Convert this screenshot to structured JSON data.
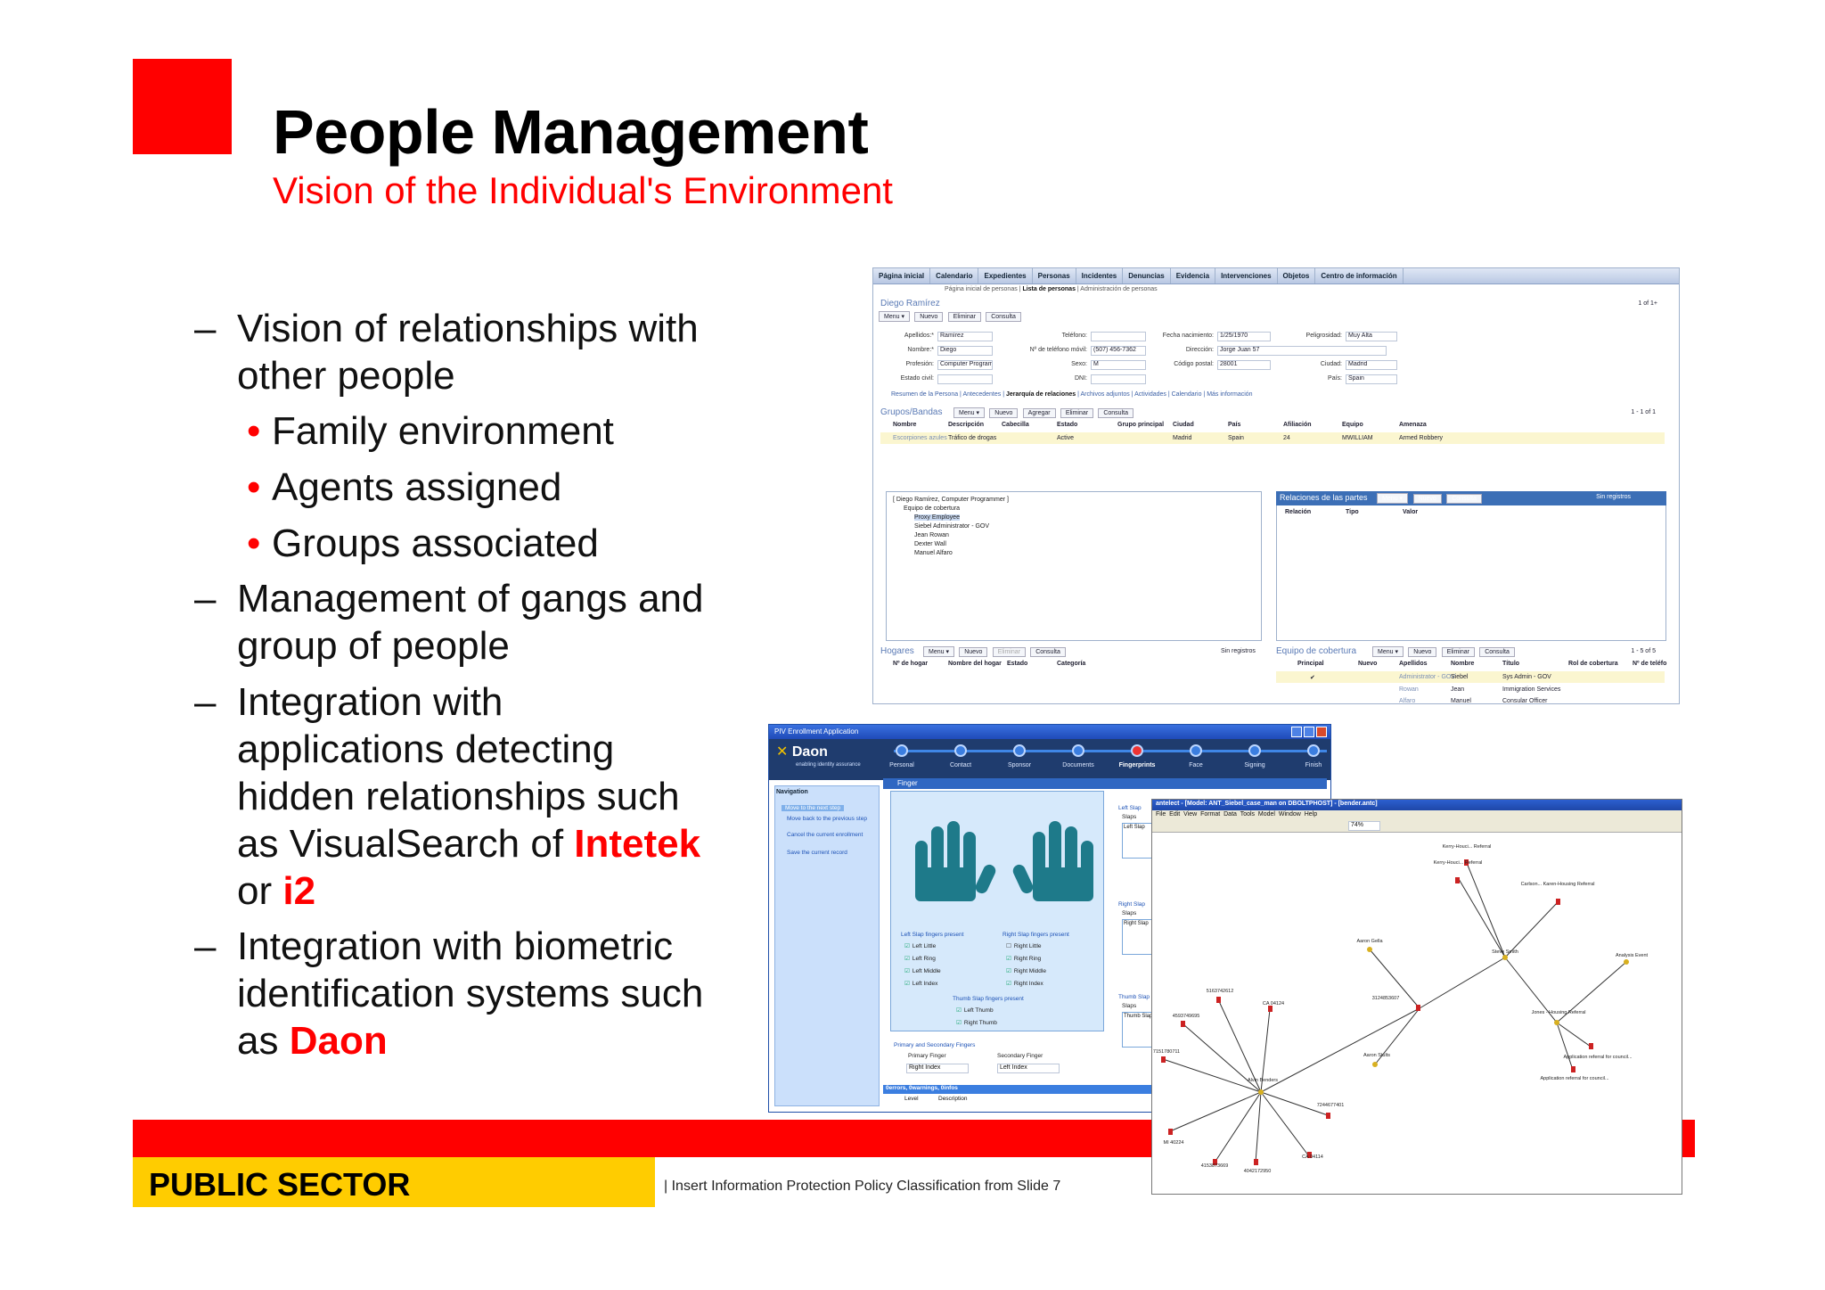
{
  "slide": {
    "title": "People Management",
    "subtitle": "Vision of the Individual's Environment",
    "bullets": {
      "b1_line1": "Vision of relationships with",
      "b1_line2": "other people",
      "sub1": "Family environment",
      "sub2": "Agents assigned",
      "sub3": "Groups associated",
      "b2_line1": "Management of gangs and",
      "b2_line2": "group of people",
      "b3_line1": "Integration with",
      "b3_line2": "applications detecting",
      "b3_line3": "hidden relationships such",
      "b3_line4_pre": "as VisualSearch of ",
      "b3_line4_hl": "Intetek",
      "b3_line5_pre": "or ",
      "b3_line5_hl": "i2",
      "b4_line1": "Integration with biometric",
      "b4_line2": "identification systems such",
      "b4_line3_pre": "as ",
      "b4_line3_hl": "Daon",
      "dash": "–",
      "dot": "•"
    },
    "footer": {
      "label": "PUBLIC SECTOR",
      "note": "|  Insert Information Protection Policy Classification from Slide 7"
    },
    "colors": {
      "accent_red": "#ff0000",
      "footer_yellow": "#ffcc00"
    }
  },
  "crm": {
    "tabs": [
      "Página inicial",
      "Calendario",
      "Expedientes",
      "Personas",
      "Incidentes",
      "Denuncias",
      "Evidencia",
      "Intervenciones",
      "Objetos",
      "Centro de información"
    ],
    "subnav_a": "Página inicial de personas  |",
    "subnav_b": "Lista de personas",
    "subnav_c": "|  Administración de personas",
    "person_name": "Diego Ramírez",
    "pager": "1 of 1+",
    "buttons": [
      "Menu ▾",
      "Nuevo",
      "Eliminar",
      "Consulta"
    ],
    "labels": {
      "apellidos": "Apellidos:*",
      "nombre": "Nombre:*",
      "profesion": "Profesión:",
      "estado_civil": "Estado civil:",
      "telefono": "Teléfono:",
      "movil": "Nº de teléfono móvil:",
      "sexo": "Sexo:",
      "dni": "DNI:",
      "fecha": "Fecha nacimiento:",
      "direccion": "Dirección:",
      "cp": "Código postal:",
      "peligrosidad": "Peligrosidad:",
      "ciudad": "Ciudad:",
      "pais": "País:"
    },
    "values": {
      "apellidos": "Ramírez",
      "nombre": "Diego",
      "profesion": "Computer Programmer",
      "movil": "(507) 456-7362",
      "sexo": "M",
      "fecha": "1/25/1970",
      "direccion": "Jorge Juan 57",
      "cp": "28001",
      "peligrosidad": "Muy Alta",
      "ciudad": "Madrid",
      "pais": "Spain"
    },
    "subtabs": [
      "Resumen de la Persona",
      "Antecedentes",
      "Jerarquía de relaciones",
      "Archivos adjuntos",
      "Actividades",
      "Calendario",
      "Más información"
    ],
    "groups_head": "Grupos/Bandas",
    "groups_buttons": [
      "Menu ▾",
      "Nuevo",
      "Agregar",
      "Eliminar",
      "Consulta"
    ],
    "groups_pager": "1 - 1 of 1",
    "groups_cols": [
      "Nombre",
      "Descripción",
      "Cabecilla",
      "Estado",
      "Grupo principal",
      "Ciudad",
      "País",
      "Afiliación",
      "Equipo",
      "Amenaza"
    ],
    "groups_row": [
      "Escorpiones azules",
      "Tráfico de drogas",
      "",
      "Active",
      "",
      "Madrid",
      "Spain",
      "24",
      "MWILLIAM",
      "Armed Robbery"
    ],
    "tree": [
      "[ Diego Ramírez, Computer Programmer ]",
      "Equipo de cobertura",
      "Proxy Employee",
      "Siebel Administrator - GOV",
      "Jean Rowan",
      "Dexter Wall",
      "Manuel Alfaro"
    ],
    "rel_head": "Relaciones de las partes",
    "rel_buttons": [
      "Menu ▾",
      "Nuevo",
      "Consulta"
    ],
    "rel_norec": "Sin registros",
    "rel_cols": [
      "Relación",
      "Tipo",
      "Valor"
    ],
    "hogares_head": "Hogares",
    "hogares_buttons": [
      "Menu ▾",
      "Nuevo",
      "Eliminar",
      "Consulta"
    ],
    "hogares_norec": "Sin registros",
    "hogares_cols": [
      "Nº de hogar",
      "Nombre del hogar",
      "Estado",
      "Categoría"
    ],
    "equipo_head": "Equipo de cobertura",
    "equipo_buttons": [
      "Menu ▾",
      "Nuevo",
      "Eliminar",
      "Consulta"
    ],
    "equipo_pager": "1 - 5 of 5",
    "equipo_cols": [
      "Principal",
      "Nuevo",
      "Apellidos",
      "Nombre",
      "Título",
      "Rol de cobertura",
      "Nº de teléfo"
    ],
    "equipo_rows": [
      [
        "✔",
        "",
        "Administrator - GOV",
        "Siebel",
        "Sys Admin - GOV"
      ],
      [
        "",
        "",
        "Rowan",
        "Jean",
        "Immigration Services"
      ],
      [
        "",
        "",
        "Alfaro",
        "Manuel",
        "Consular Officer"
      ]
    ]
  },
  "daon": {
    "window_title": "PIV Enrollment Application",
    "logo": "Daon",
    "tagline": "enabling identity assurance",
    "steps": [
      "Personal",
      "Contact",
      "Sponsor",
      "Documents",
      "Fingerprints",
      "Face",
      "Signing",
      "Finish"
    ],
    "nav_title": "Navigation",
    "nav_items": [
      "Move to the next step",
      "Move back to the previous step",
      "Cancel the current enrollment",
      "Save the current record"
    ],
    "finger_title": "Finger",
    "left_head": "Left Slap fingers present",
    "left_fingers": [
      "Left Little",
      "Left Ring",
      "Left Middle",
      "Left Index"
    ],
    "right_head": "Right Slap fingers present",
    "right_fingers": [
      "Right Little",
      "Right Ring",
      "Right Middle",
      "Right Index"
    ],
    "thumb_head": "Thumb Slap fingers present",
    "thumbs": [
      "Left Thumb",
      "Right Thumb"
    ],
    "primary_head": "Primary and Secondary Fingers",
    "primary_label": "Primary Finger",
    "secondary_label": "Secondary Finger",
    "primary_value": "Right Index",
    "secondary_value": "Left Index",
    "side_labels": [
      "Left Slap",
      "Slaps",
      "Left Slap",
      "Right Slap",
      "Slaps",
      "Right Slap",
      "Thumb Slap",
      "Slaps",
      "Thumb Slap"
    ],
    "errors": "0errors, 0warnings, 0infos",
    "error_cols": [
      "Level",
      "Description"
    ]
  },
  "graph": {
    "window_title": "antelect - [Model: ANT_Siebel_case_man on DBOLTPHOST] - [bender.antc]",
    "menus": [
      "File",
      "Edit",
      "View",
      "Format",
      "Data",
      "Tools",
      "Model",
      "Window",
      "Help"
    ],
    "zoom": "74%",
    "nodes": [
      "Kerry-Houci... Referral",
      "Kerry-Houci... Referral",
      "Carlson... Karen-Housing Referral",
      "Aaron Gella",
      "Steve Smith",
      "5163742612",
      "3124853607",
      "4593749695",
      "CA 04124",
      "Analysis Event",
      "Jones - Housing Referral",
      "7151780711",
      "Aaron Stults",
      "Application referral for council...",
      "Application referral for council...",
      "Alvin Benders",
      "7244677401",
      "MI 40224",
      "CA 04114",
      "4153873669",
      "4042172950"
    ]
  }
}
